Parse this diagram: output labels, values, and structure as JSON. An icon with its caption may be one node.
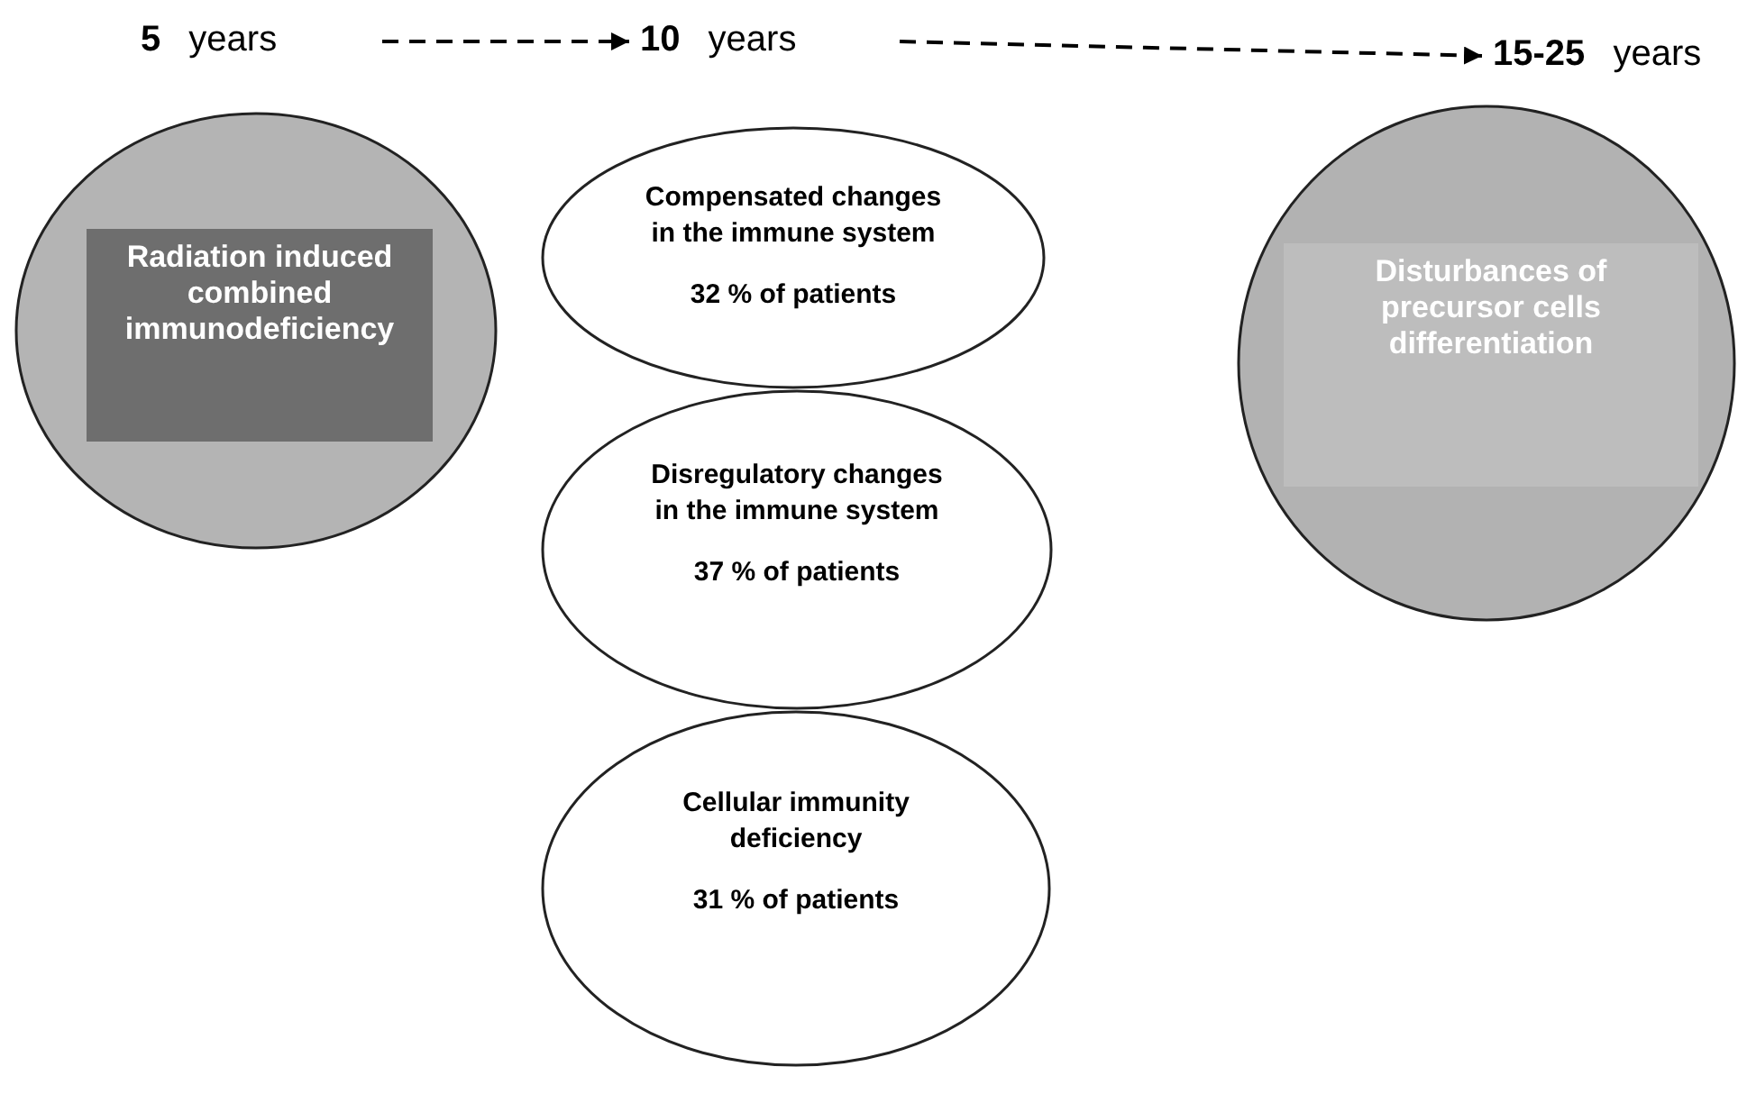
{
  "diagram": {
    "nodes": [
      {
        "text": [
          "**5** years"
        ]
      },
      {
        "text": [
          "**10** years"
        ]
      },
      {
        "text": [
          "**15-25** years"
        ]
      },
      {
        "text": [],
        "shape": "circle"
      },
      {
        "text": [
          "Radiation induced combined immunodeficiency"
        ],
        "in": 3
      },
      {
        "text": [
          "Compensated changes in the immune system",
          "32 % of patients"
        ]
      },
      {
        "text": [
          "Disregulatory changes in the immune system",
          "37 % of patients"
        ]
      },
      {
        "text": [
          "Cellular immunity deficiency",
          "31 % of patients"
        ]
      },
      {
        "text": [],
        "shape": "circle"
      },
      {
        "text": [
          "Disturbances of precursor cells differentiation"
        ],
        "in": 8
      }
    ],
    "edges": [
      {
        "from": 0,
        "to": 1,
        "arrow": "to",
        "style": "dashed"
      },
      {
        "from": 1,
        "to": 2,
        "arrow": "to",
        "style": "dashed"
      }
    ]
  }
}
